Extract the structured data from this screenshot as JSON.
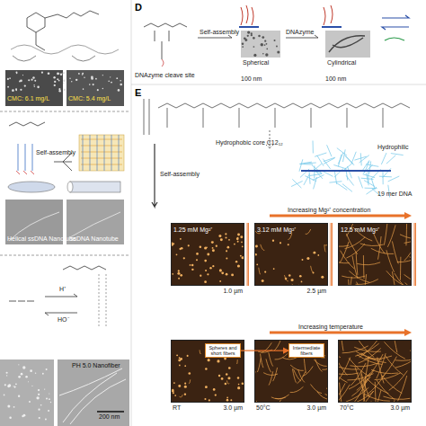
{
  "diagram": {
    "nodes": [
      {
        "text": [
          "1.25 mM Mg²⁺",
          "1.0 µm"
        ]
      },
      {
        "text": [
          "3.12 mM Mg²⁺",
          "2.5 µm"
        ]
      },
      {
        "text": [
          "12.5 mM Mg²⁺"
        ]
      },
      {
        "text": [
          "RT",
          "3.0 µm"
        ]
      },
      {
        "text": [
          "50°C",
          "3.0 µm"
        ]
      },
      {
        "text": [
          "70°C",
          "3.0 µm"
        ]
      },
      {
        "text": [
          "Spheres and short fibers"
        ],
        "in": 3
      },
      {
        "text": [
          "Intermediate fibers"
        ],
        "in": 4
      }
    ],
    "edges": [
      {
        "from": 6,
        "to": 7,
        "arrow": "to"
      }
    ],
    "labels": [
      "CMC: 6.1 mg/L",
      "CMC: 5.4 mg/L",
      "Self-assembly",
      "Helical ssDNA Nanotube",
      "ssDNA Nanotube",
      "H⁺",
      "HO⁻",
      "PH 5.0 Nanofiber",
      "200 nm",
      "D",
      "Self-assembly",
      "DNAzyme",
      "DNAzyme cleave site",
      "100 nm",
      "Spherical",
      "100 nm",
      "Cylindrical",
      "E",
      "Self-assembly",
      "Hydrophobic core C12₁₂",
      "Hydrophilic",
      "19 mer DNA",
      "Increasing Mg²⁺ concentration",
      "Increasing temperature"
    ]
  }
}
